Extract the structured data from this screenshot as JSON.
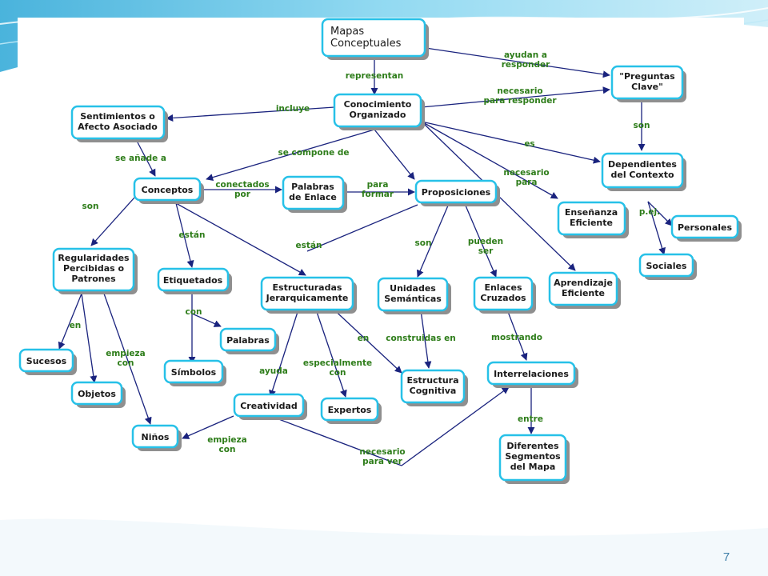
{
  "slide_number": "7",
  "nodes": [
    {
      "id": "mapas",
      "lines": [
        "Mapas",
        "Conceptuales"
      ]
    },
    {
      "id": "preguntas",
      "lines": [
        "\"Preguntas",
        "Clave\""
      ]
    },
    {
      "id": "conocimiento",
      "lines": [
        "Conocimiento",
        "Organizado"
      ]
    },
    {
      "id": "sentimientos",
      "lines": [
        "Sentimientos o",
        "Afecto Asociado"
      ]
    },
    {
      "id": "dependientes",
      "lines": [
        "Dependientes",
        "del Contexto"
      ]
    },
    {
      "id": "conceptos",
      "lines": [
        "Conceptos"
      ]
    },
    {
      "id": "palabras_enlace",
      "lines": [
        "Palabras",
        "de Enlace"
      ]
    },
    {
      "id": "proposiciones",
      "lines": [
        "Proposiciones"
      ]
    },
    {
      "id": "ensenanza",
      "lines": [
        "Enseñanza",
        "Eficiente"
      ]
    },
    {
      "id": "personales",
      "lines": [
        "Personales"
      ]
    },
    {
      "id": "regularidades",
      "lines": [
        "Regularidades",
        "Percibidas o",
        "Patrones"
      ]
    },
    {
      "id": "etiquetados",
      "lines": [
        "Etiquetados"
      ]
    },
    {
      "id": "sociales",
      "lines": [
        "Sociales"
      ]
    },
    {
      "id": "aprendizaje",
      "lines": [
        "Aprendizaje",
        "Eficiente"
      ]
    },
    {
      "id": "estructuradas",
      "lines": [
        "Estructuradas",
        "Jerarquicamente"
      ]
    },
    {
      "id": "unidades",
      "lines": [
        "Unidades",
        "Semánticas"
      ]
    },
    {
      "id": "enlaces_cruzados",
      "lines": [
        "Enlaces",
        "Cruzados"
      ]
    },
    {
      "id": "palabras",
      "lines": [
        "Palabras"
      ]
    },
    {
      "id": "sucesos",
      "lines": [
        "Sucesos"
      ]
    },
    {
      "id": "simbolos",
      "lines": [
        "Símbolos"
      ]
    },
    {
      "id": "interrelaciones",
      "lines": [
        "Interrelaciones"
      ]
    },
    {
      "id": "estructura_cognitiva",
      "lines": [
        "Estructura",
        "Cognitiva"
      ]
    },
    {
      "id": "objetos",
      "lines": [
        "Objetos"
      ]
    },
    {
      "id": "creatividad",
      "lines": [
        "Creatividad"
      ]
    },
    {
      "id": "expertos",
      "lines": [
        "Expertos"
      ]
    },
    {
      "id": "ninos",
      "lines": [
        "Niños"
      ]
    },
    {
      "id": "diferentes",
      "lines": [
        "Diferentes",
        "Segmentos",
        "del Mapa"
      ]
    }
  ],
  "edge_labels": [
    {
      "id": "representan",
      "lines": [
        "representan"
      ]
    },
    {
      "id": "ayudan",
      "lines": [
        "ayudan a",
        "responder"
      ]
    },
    {
      "id": "incluye",
      "lines": [
        "incluye"
      ]
    },
    {
      "id": "necesario_responder",
      "lines": [
        "necesario",
        "para responder"
      ]
    },
    {
      "id": "son_preg",
      "lines": [
        "son"
      ]
    },
    {
      "id": "se_anade",
      "lines": [
        "se añade a"
      ]
    },
    {
      "id": "se_compone",
      "lines": [
        "se compone de"
      ]
    },
    {
      "id": "es",
      "lines": [
        "es"
      ]
    },
    {
      "id": "necesario_para",
      "lines": [
        "necesario",
        "para"
      ]
    },
    {
      "id": "conectados",
      "lines": [
        "conectados",
        "por"
      ]
    },
    {
      "id": "para_formar",
      "lines": [
        "para",
        "formar"
      ]
    },
    {
      "id": "son_reg",
      "lines": [
        "son"
      ]
    },
    {
      "id": "pej",
      "lines": [
        "p.ej."
      ]
    },
    {
      "id": "estan_etiq",
      "lines": [
        "están"
      ]
    },
    {
      "id": "estan_estr",
      "lines": [
        "están"
      ]
    },
    {
      "id": "son_uni",
      "lines": [
        "son"
      ]
    },
    {
      "id": "pueden_ser",
      "lines": [
        "pueden",
        "ser"
      ]
    },
    {
      "id": "en_reg",
      "lines": [
        "en"
      ]
    },
    {
      "id": "con_etiq",
      "lines": [
        "con"
      ]
    },
    {
      "id": "empieza_reg",
      "lines": [
        "empieza",
        "con"
      ]
    },
    {
      "id": "en_estr",
      "lines": [
        "en"
      ]
    },
    {
      "id": "construidas",
      "lines": [
        "construidas en"
      ]
    },
    {
      "id": "mostrando",
      "lines": [
        "mostrando"
      ]
    },
    {
      "id": "ayuda",
      "lines": [
        "ayuda"
      ]
    },
    {
      "id": "especialmente",
      "lines": [
        "especialmente",
        "con"
      ]
    },
    {
      "id": "entre",
      "lines": [
        "entre"
      ]
    },
    {
      "id": "empieza_crea",
      "lines": [
        "empieza",
        "con"
      ]
    },
    {
      "id": "necesario_ver",
      "lines": [
        "necesario",
        "para ver"
      ]
    }
  ]
}
